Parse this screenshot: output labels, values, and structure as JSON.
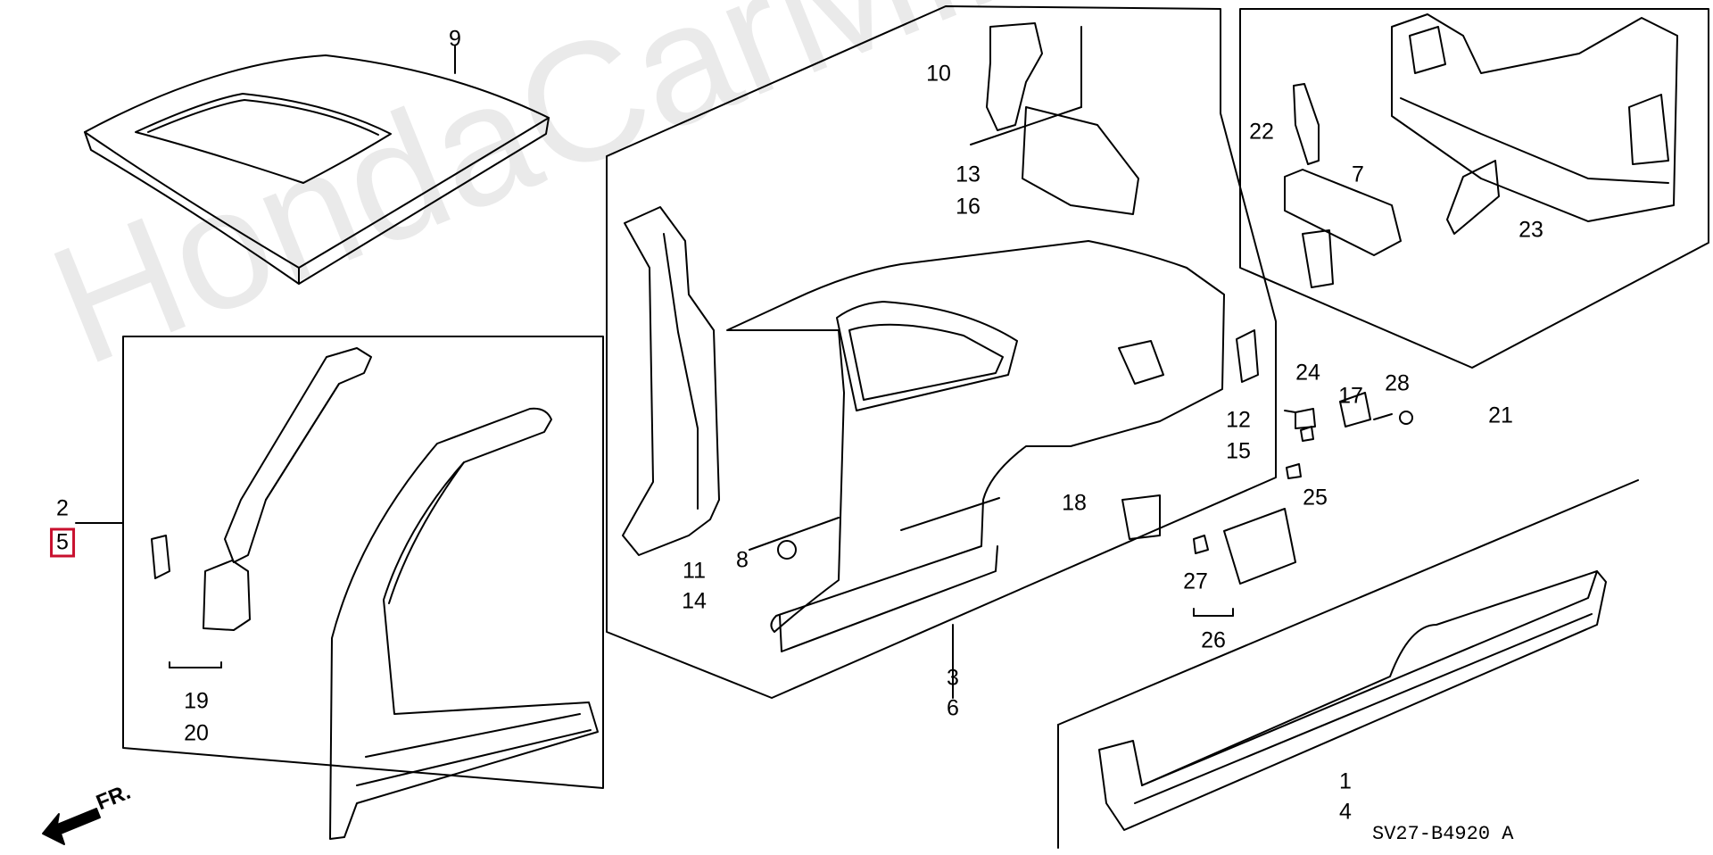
{
  "diagram": {
    "watermark": "HondaCarMine.ru",
    "reference_code": "SV27-B4920 A",
    "direction_label": "FR.",
    "highlight_color": "#c8102e",
    "callouts": {
      "c1": "1",
      "c2": "2",
      "c3": "3",
      "c4": "4",
      "c5": "5",
      "c6": "6",
      "c7": "7",
      "c8": "8",
      "c9": "9",
      "c10": "10",
      "c11": "11",
      "c12": "12",
      "c13": "13",
      "c14": "14",
      "c15": "15",
      "c16": "16",
      "c17": "17",
      "c18": "18",
      "c19": "19",
      "c20": "20",
      "c21": "21",
      "c22": "22",
      "c23": "23",
      "c24": "24",
      "c25": "25",
      "c26": "26",
      "c27": "27",
      "c28": "28"
    }
  }
}
